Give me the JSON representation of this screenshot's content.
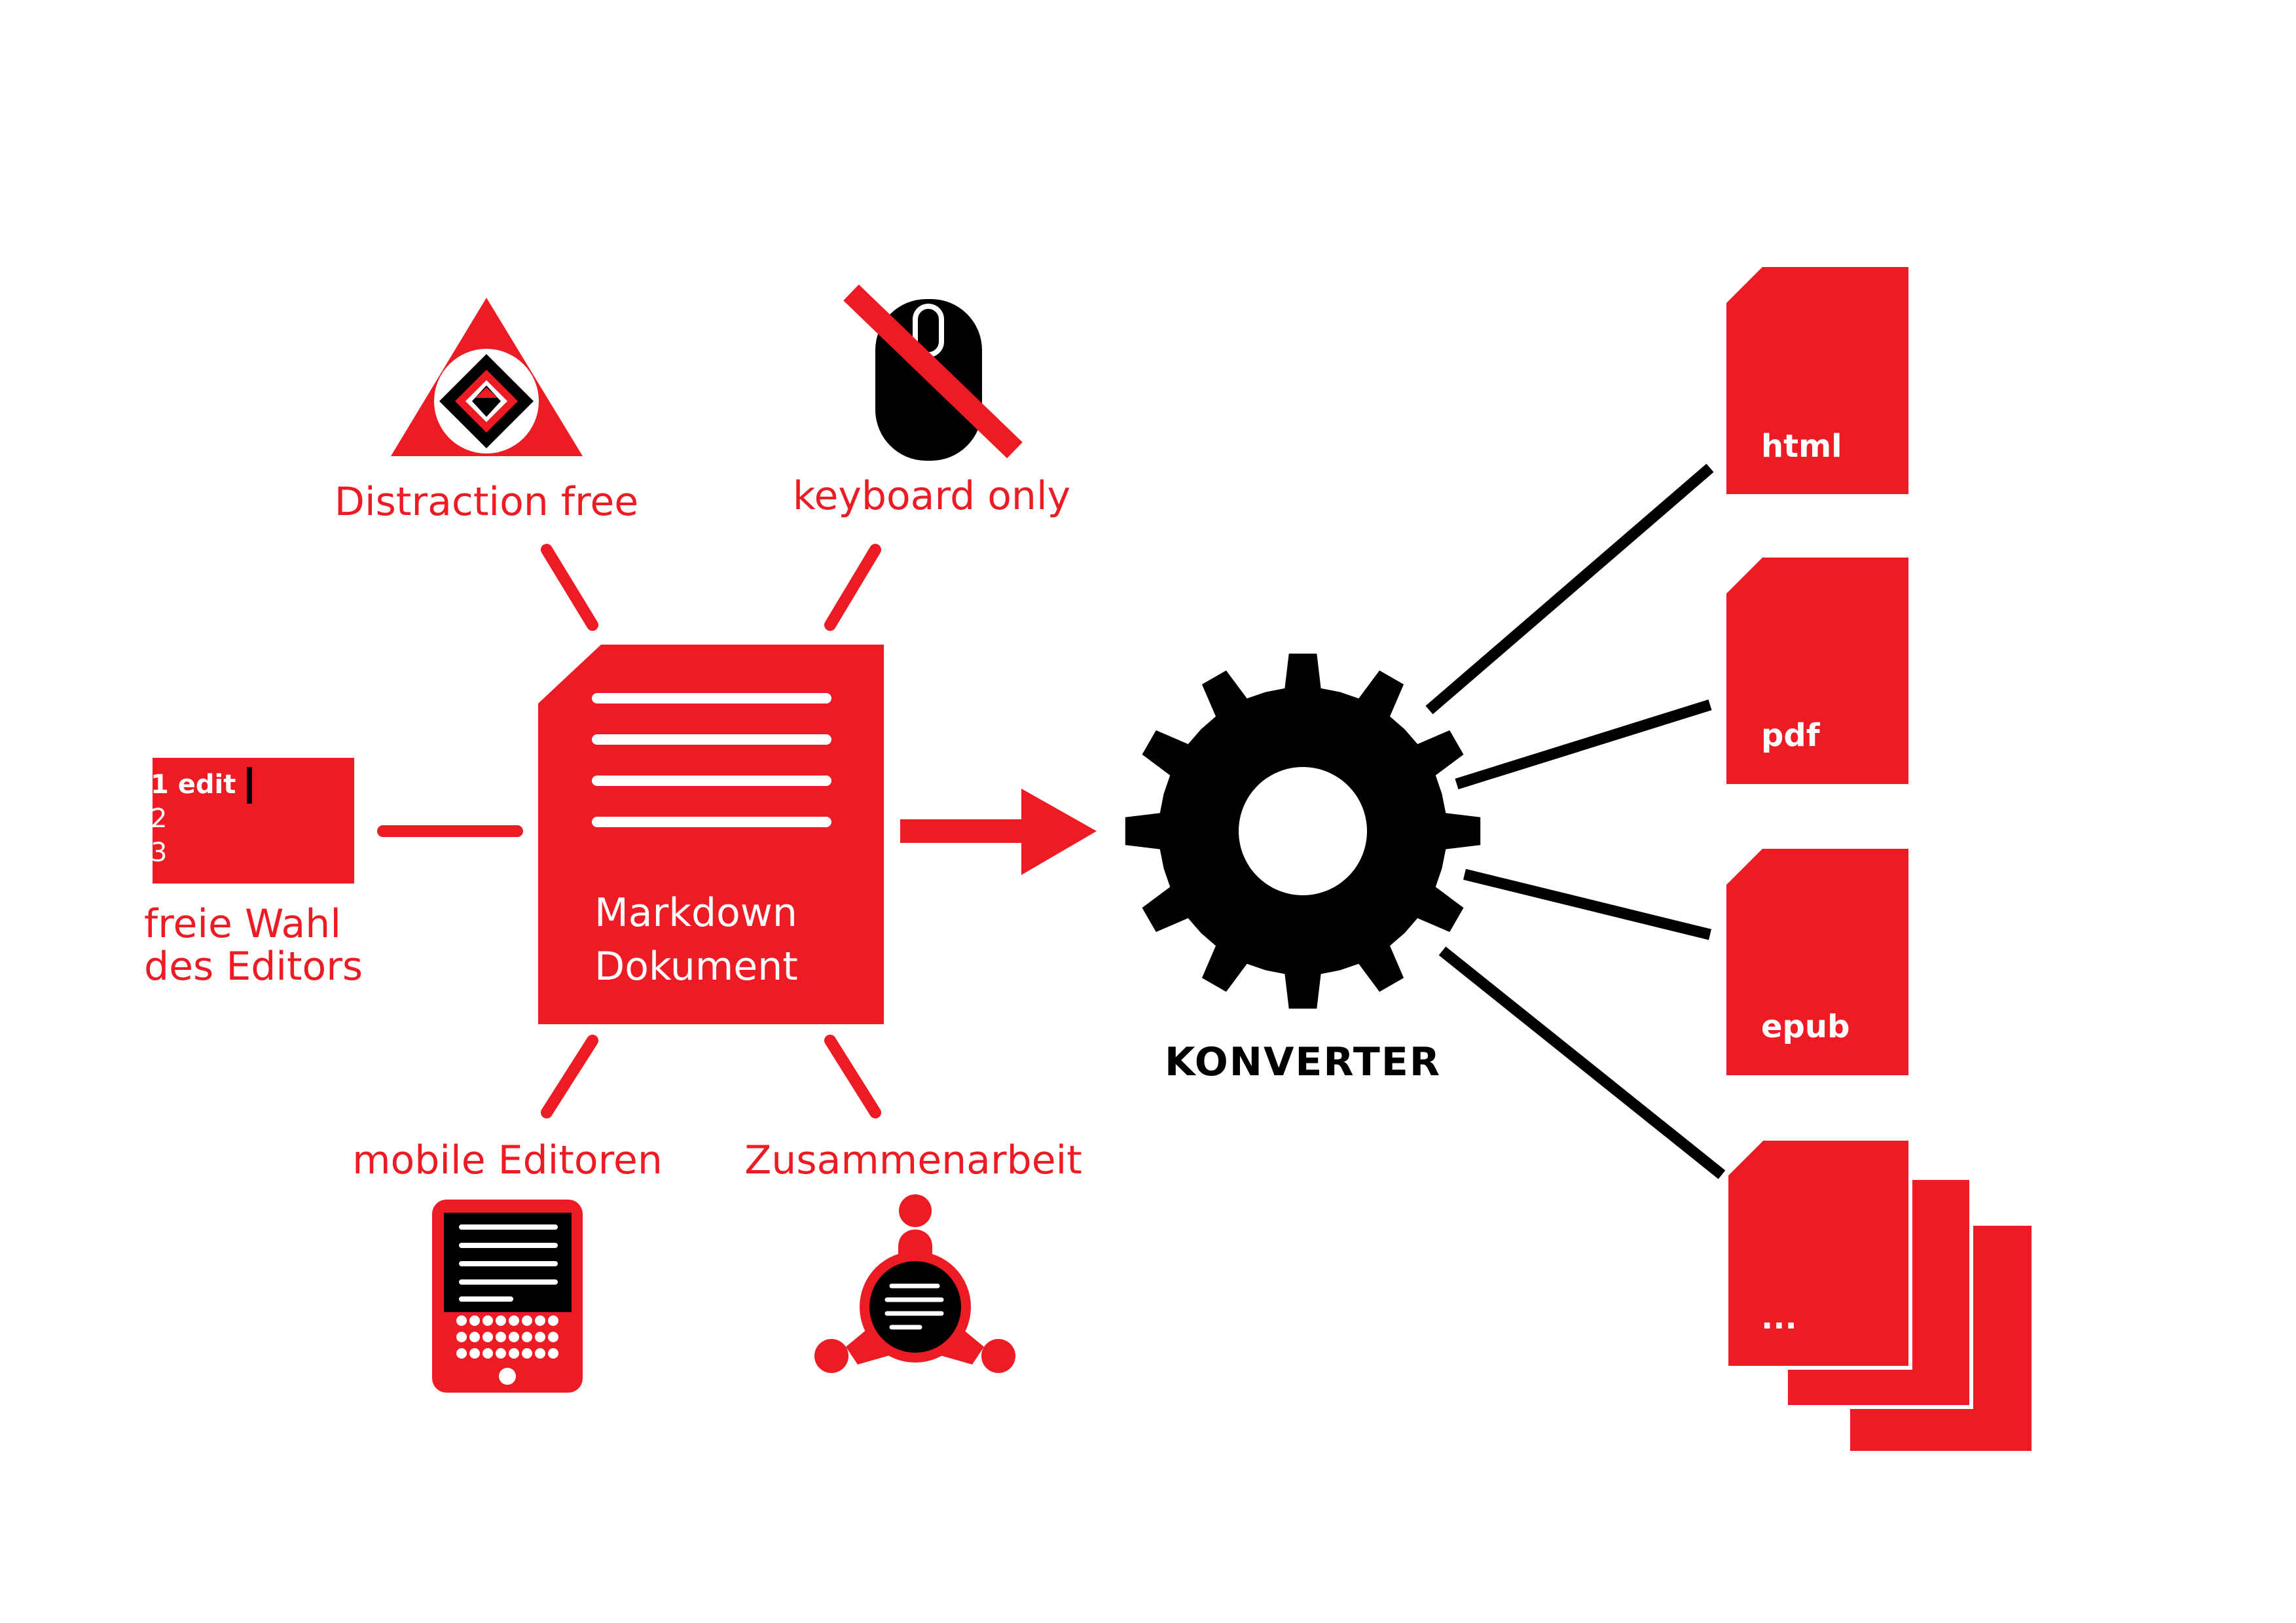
{
  "colors": {
    "accent": "#ed1c24",
    "dark": "#000000",
    "background": "#ffffff"
  },
  "center": {
    "line1": "Markdown",
    "line2": "Dokument",
    "icon": "document-icon"
  },
  "features": {
    "distraction": {
      "label": "Distraction free",
      "icon": "triangle-focus-icon"
    },
    "keyboard": {
      "label": "keyboard only",
      "icon": "no-mouse-icon"
    },
    "editor": {
      "line1": "freie Wahl",
      "line2": "des Editors",
      "icon": "editor-window-icon",
      "editor_lines": [
        "1 edit",
        "2",
        "3"
      ]
    },
    "mobile": {
      "label": "mobile Editoren",
      "icon": "mobile-device-icon"
    },
    "collab": {
      "label": "Zusammenarbeit",
      "icon": "collaboration-icon"
    }
  },
  "converter": {
    "label": "KONVERTER",
    "icon": "gear-icon"
  },
  "outputs": [
    {
      "label": "html",
      "icon": "file-icon"
    },
    {
      "label": "pdf",
      "icon": "file-icon"
    },
    {
      "label": "epub",
      "icon": "file-icon"
    },
    {
      "label": "...",
      "icon": "files-stack-icon"
    }
  ]
}
